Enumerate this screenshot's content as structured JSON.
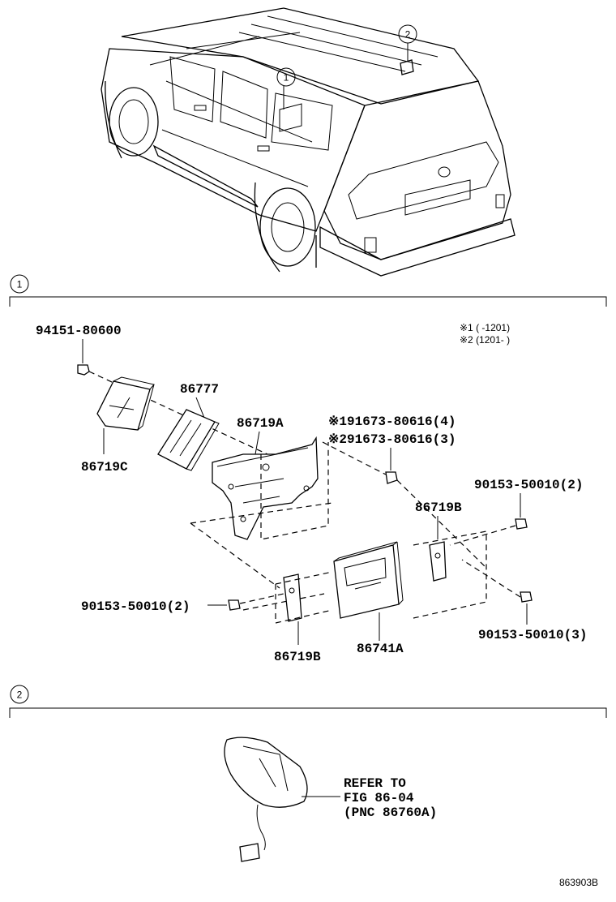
{
  "car_callouts": {
    "one": "1",
    "two": "2"
  },
  "section1": {
    "number": "1"
  },
  "section2": {
    "number": "2"
  },
  "notes": {
    "line1": "※1 (          -1201)",
    "line2": "※2 (1201-          )"
  },
  "parts": {
    "p94151": "94151-80600",
    "p86777": "86777",
    "p86719A": "86719A",
    "p86719C": "86719C",
    "p91673_a": "※191673-80616(4)",
    "p91673_b": "※291673-80616(3)",
    "p90153_right_top": "90153-50010(2)",
    "p86719B_right": "86719B",
    "p90153_left": "90153-50010(2)",
    "p86719B_left": "86719B",
    "p86741A": "86741A",
    "p90153_right_bottom": "90153-50010(3)"
  },
  "refer": {
    "line1": "REFER TO",
    "line2": "FIG 86-04",
    "line3": "(PNC 86760A)"
  },
  "figure_code": "863903B"
}
